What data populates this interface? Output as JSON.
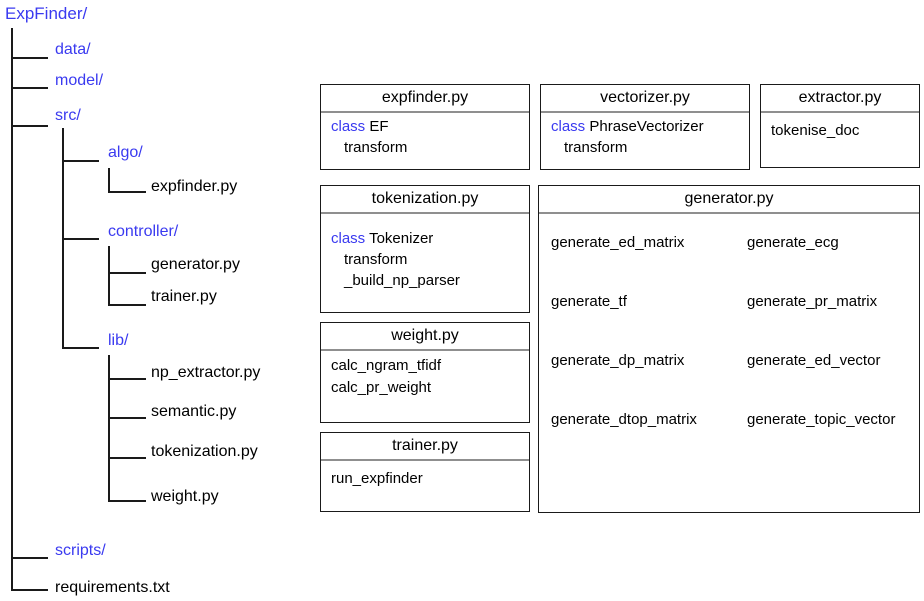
{
  "colors": {
    "directory_text": "#3a3af0",
    "file_text": "#000000",
    "keyword_text": "#3a3af0",
    "line_color": "#1a1a1a",
    "box_border": "#1a1a1a",
    "title_divider": "#8f8f8f"
  },
  "tree": {
    "root": "ExpFinder/",
    "data_dir": "data/",
    "model_dir": "model/",
    "src_dir": "src/",
    "algo_dir": "algo/",
    "algo_expfinder": "expfinder.py",
    "controller_dir": "controller/",
    "controller_generator": "generator.py",
    "controller_trainer": "trainer.py",
    "lib_dir": "lib/",
    "lib_np_extractor": "np_extractor.py",
    "lib_semantic": "semantic.py",
    "lib_tokenization": "tokenization.py",
    "lib_weight": "weight.py",
    "scripts_dir": "scripts/",
    "requirements_file": "requirements.txt"
  },
  "modules": {
    "expfinder": {
      "title": "expfinder.py",
      "keyword": "class",
      "class_name": "EF",
      "methods": [
        "transform"
      ]
    },
    "vectorizer": {
      "title": "vectorizer.py",
      "keyword": "class",
      "class_name": "PhraseVectorizer",
      "methods": [
        "transform"
      ]
    },
    "extractor": {
      "title": "extractor.py",
      "functions": [
        "tokenise_doc"
      ]
    },
    "tokenization": {
      "title": "tokenization.py",
      "keyword": "class",
      "class_name": "Tokenizer",
      "methods": [
        "transform",
        "_build_np_parser"
      ]
    },
    "weight": {
      "title": "weight.py",
      "functions": [
        "calc_ngram_tfidf",
        "calc_pr_weight"
      ]
    },
    "trainer": {
      "title": "trainer.py",
      "functions": [
        "run_expfinder"
      ]
    },
    "generator": {
      "title": "generator.py",
      "functions_left": [
        "generate_ed_matrix",
        "generate_tf",
        "generate_dp_matrix",
        "generate_dtop_matrix"
      ],
      "functions_right": [
        "generate_ecg",
        "generate_pr_matrix",
        "generate_ed_vector",
        "generate_topic_vector"
      ]
    }
  }
}
